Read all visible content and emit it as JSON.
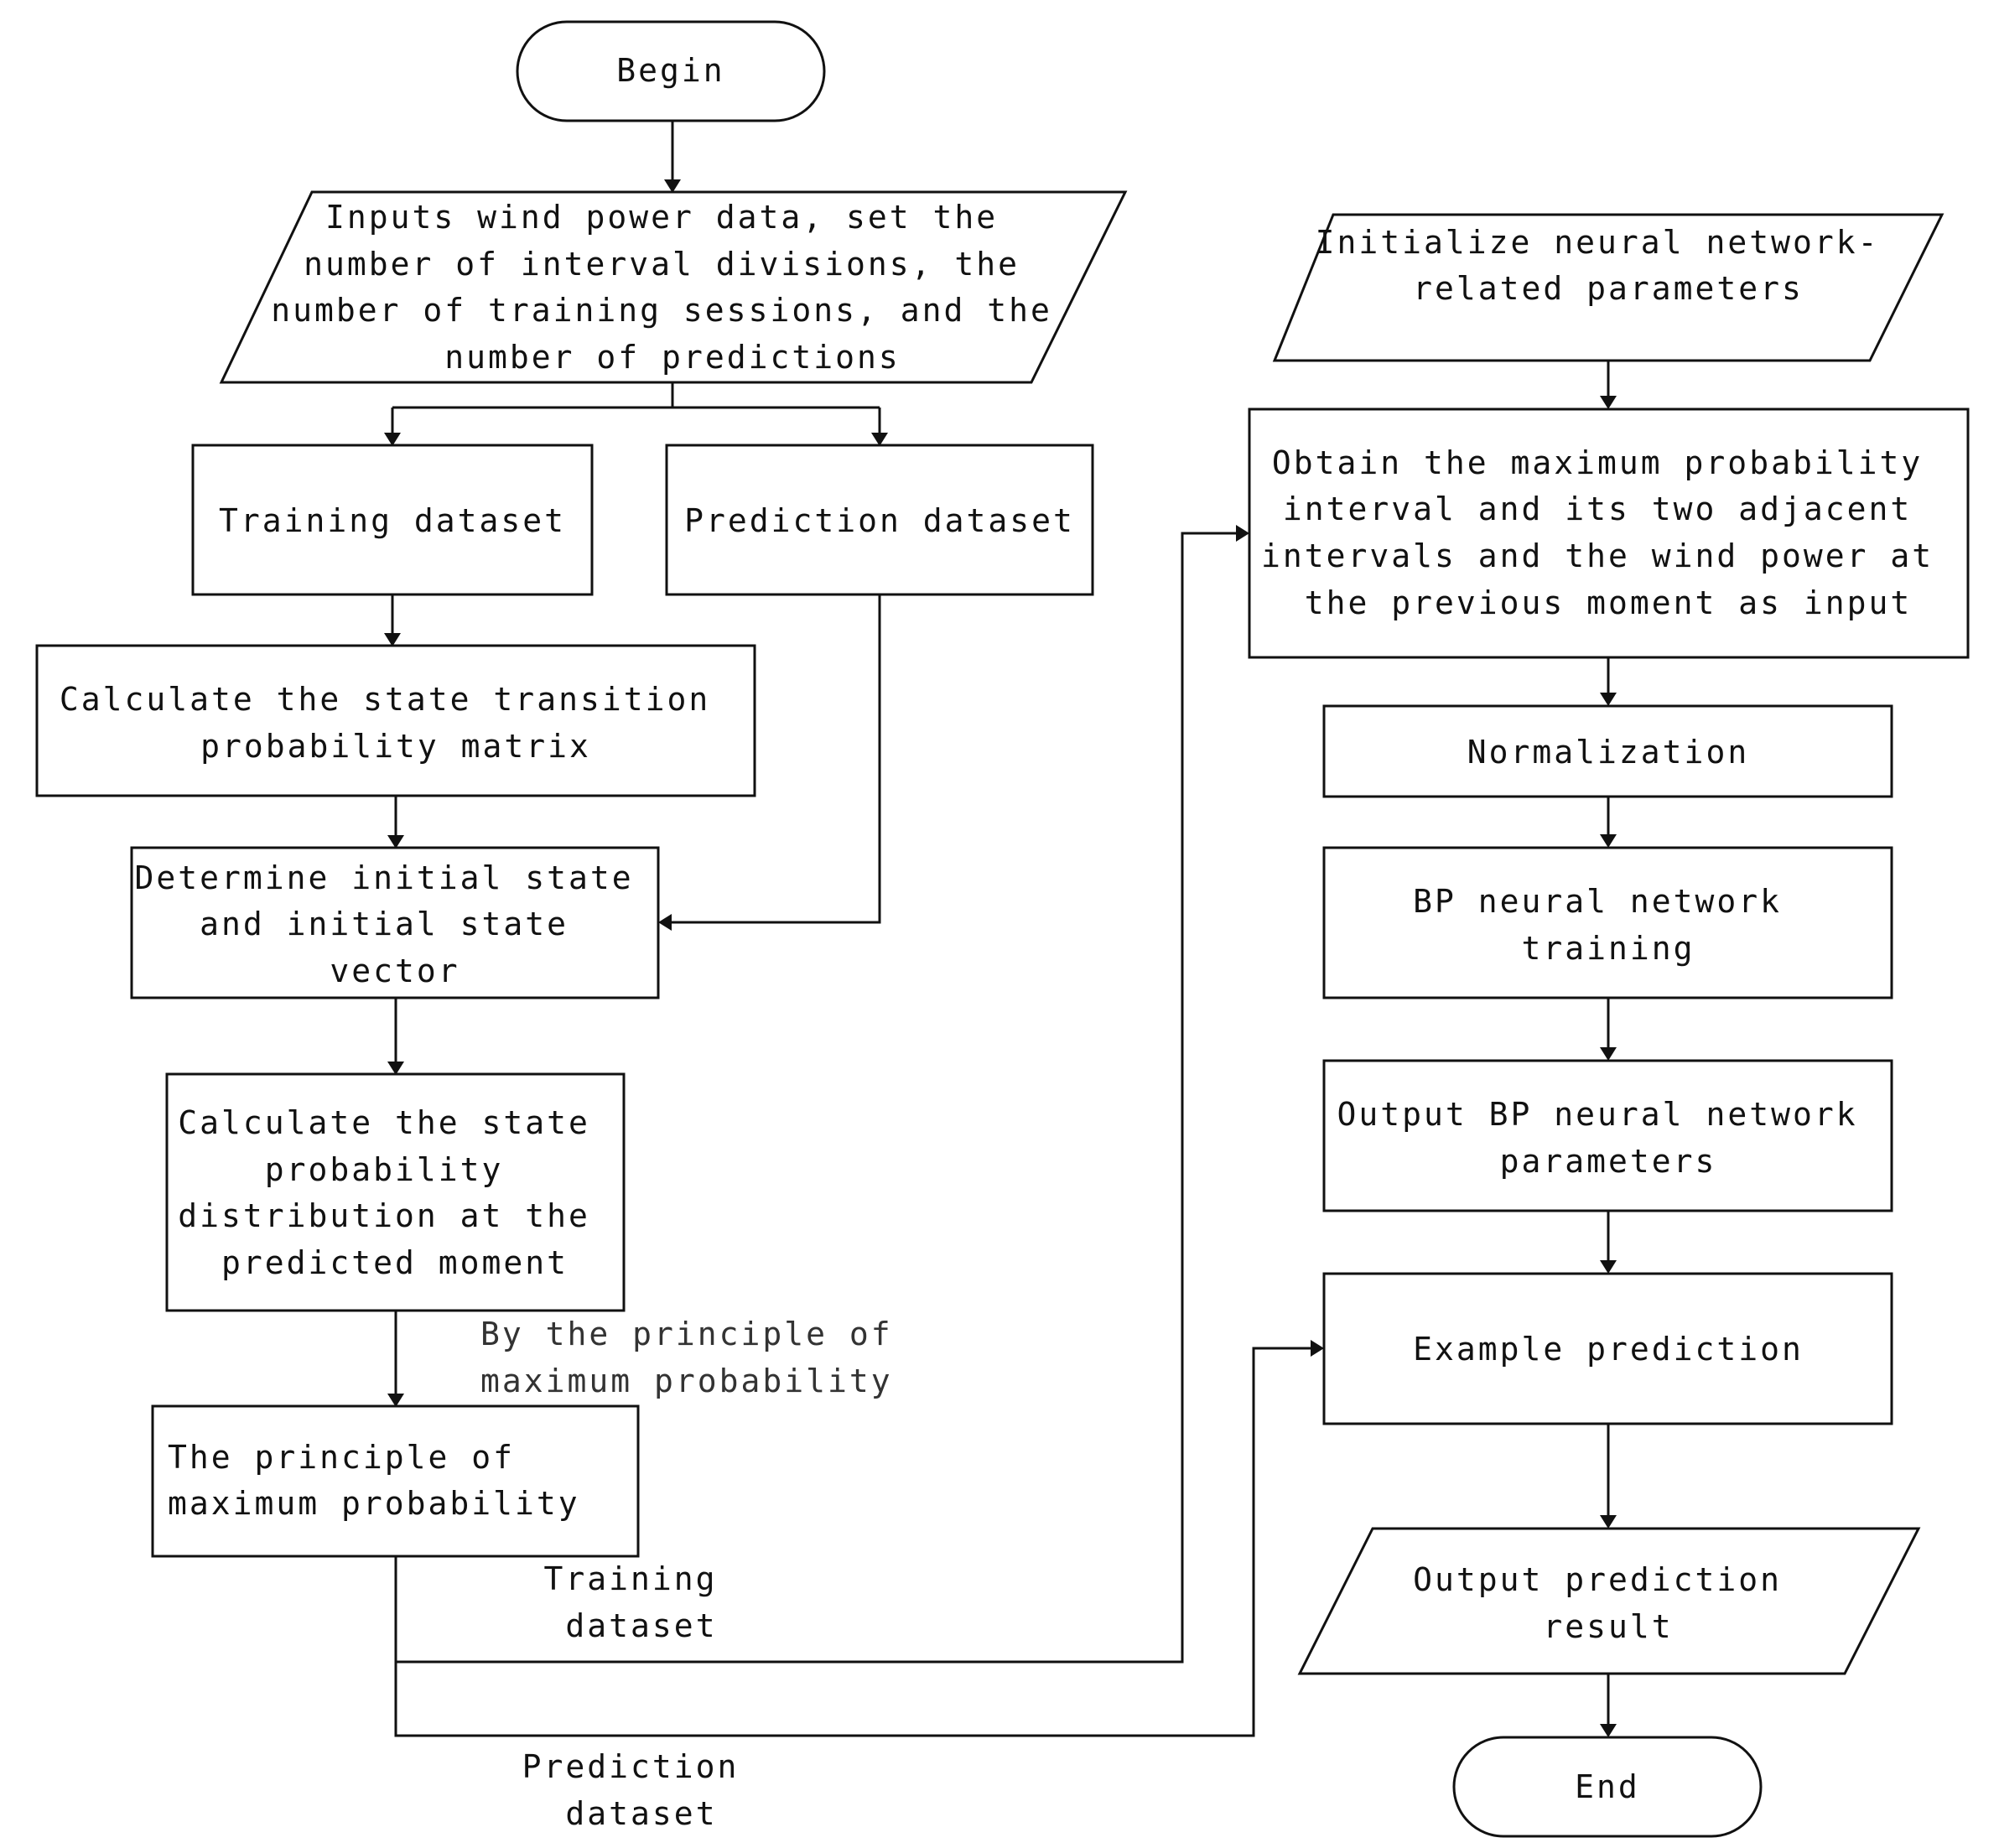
{
  "nodes": {
    "begin": {
      "lines": [
        "Begin"
      ]
    },
    "input": {
      "lines": [
        "Inputs wind power data, set the",
        "number of interval divisions, the",
        "number of training sessions, and the",
        "number of predictions"
      ]
    },
    "training_dataset": {
      "lines": [
        "Training dataset"
      ]
    },
    "prediction_dataset": {
      "lines": [
        "Prediction dataset"
      ]
    },
    "calc_matrix": {
      "lines": [
        "Calculate the state transition",
        "probability matrix"
      ]
    },
    "initial_state": {
      "lines": [
        "Determine initial state",
        "and initial state",
        "vector"
      ]
    },
    "calc_distribution": {
      "lines": [
        "Calculate the state",
        "probability",
        "distribution at the",
        "predicted moment"
      ]
    },
    "max_principle": {
      "lines": [
        "The principle of",
        "maximum probability"
      ]
    },
    "init_nn": {
      "lines": [
        "Initialize neural network-",
        "related parameters"
      ]
    },
    "obtain_interval": {
      "lines": [
        "Obtain the maximum probability",
        "interval and its two adjacent",
        "intervals and the wind power at",
        "the previous moment as input"
      ]
    },
    "normalization": {
      "lines": [
        "Normalization"
      ]
    },
    "bp_training": {
      "lines": [
        "BP neural network",
        "training"
      ]
    },
    "output_params": {
      "lines": [
        "Output BP neural network",
        "parameters"
      ]
    },
    "example_prediction": {
      "lines": [
        "Example prediction"
      ]
    },
    "output_result": {
      "lines": [
        "Output prediction",
        "result"
      ]
    },
    "end": {
      "lines": [
        "End"
      ]
    }
  },
  "edge_labels": {
    "by_principle": {
      "lines": [
        "By the principle of",
        "maximum probability"
      ]
    },
    "training_dataset": {
      "lines": [
        "Training",
        "dataset"
      ]
    },
    "prediction_dataset": {
      "lines": [
        "Prediction",
        "dataset"
      ]
    }
  }
}
